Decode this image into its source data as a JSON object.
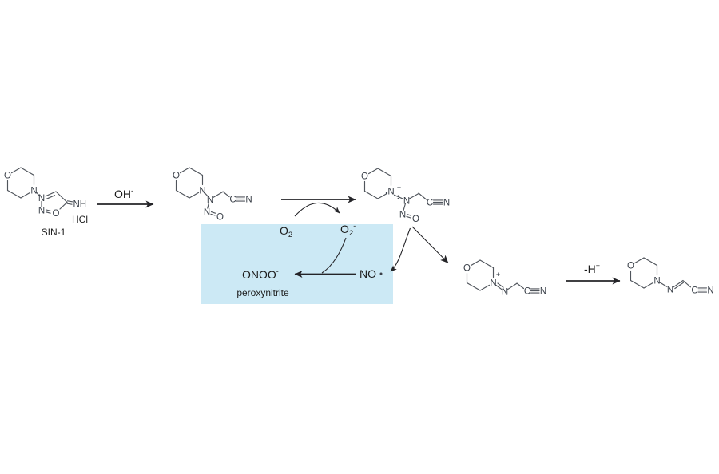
{
  "colors": {
    "highlight_box": "#cce9f5",
    "bond": "#50555c",
    "atom_label": "#3a4049",
    "arrow": "#242428",
    "text": "#1c1c1c"
  },
  "atoms": {
    "oxygen": "O",
    "nitrogen": "N",
    "carbon": "C",
    "nh": "NH",
    "plus": "+"
  },
  "labels": {
    "hydroxide": {
      "base": "OH",
      "sup": "-"
    },
    "hcl": "HCl",
    "sin1": "SIN-1",
    "oxygen_molecule": {
      "base": "O",
      "sub": "2"
    },
    "superoxide": {
      "base": "O",
      "sub": "2",
      "sup": "-"
    },
    "peroxynitrite_formula": {
      "base": "ONOO",
      "sup": "-"
    },
    "peroxynitrite_name": "peroxynitrite",
    "nitric_oxide": "NO",
    "deprotonation": {
      "base": "-H",
      "sup": "+"
    }
  }
}
